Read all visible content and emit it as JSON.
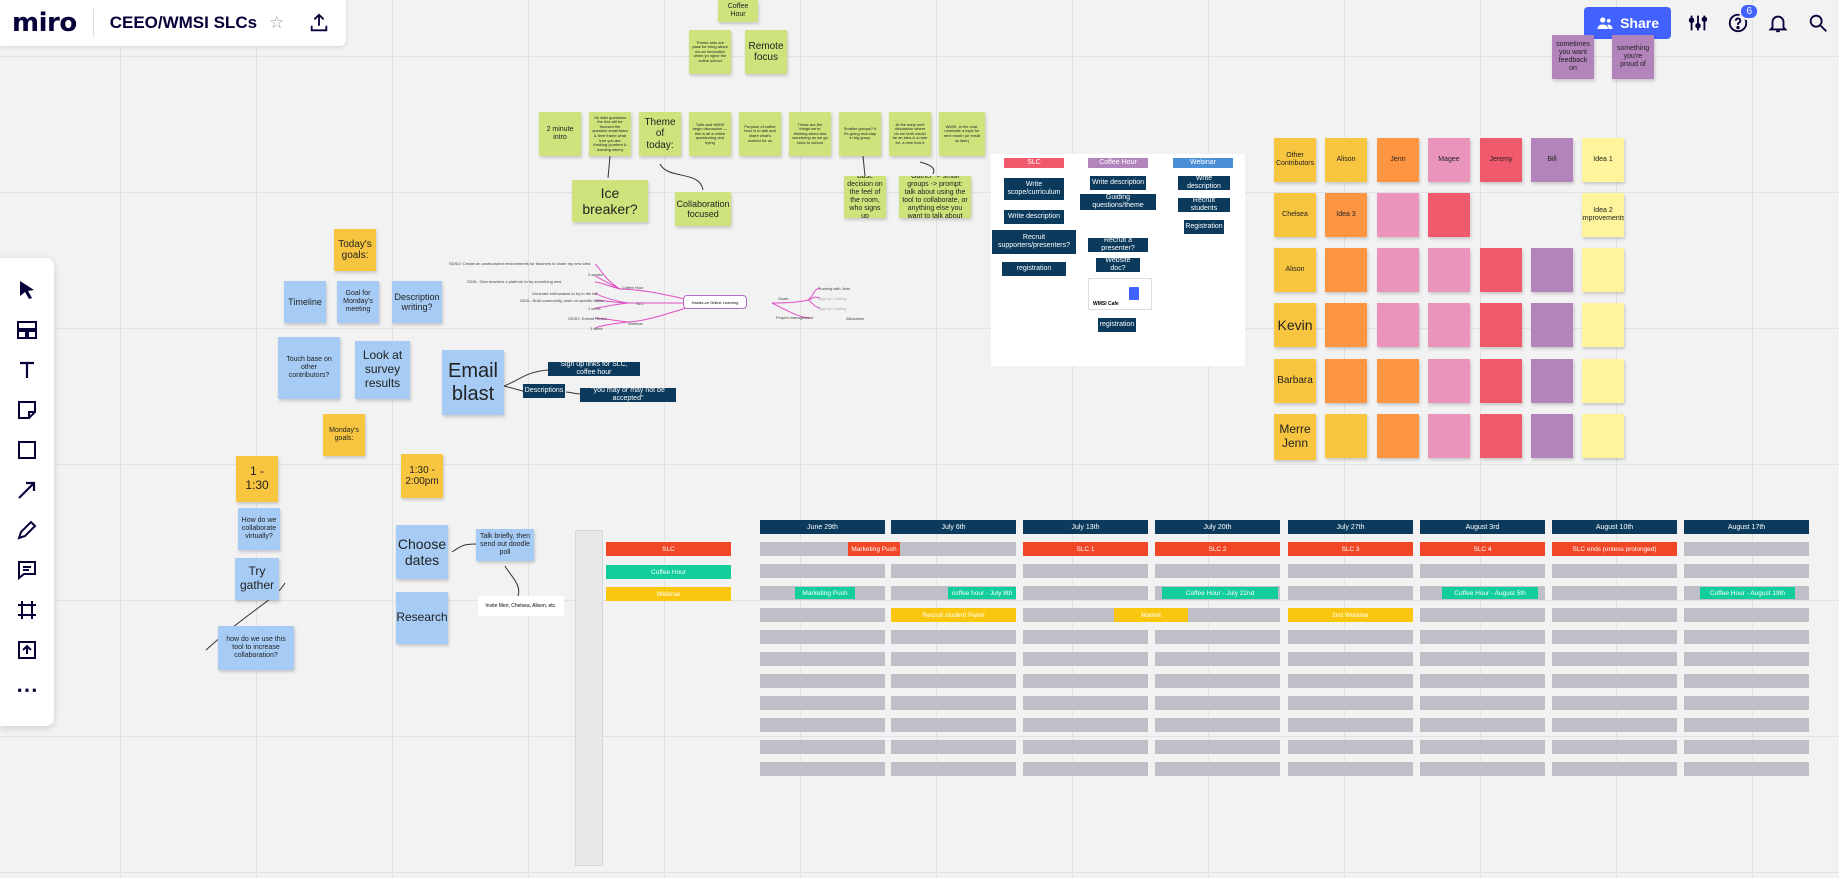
{
  "app": {
    "logo": "miro",
    "board_title": "CEEO/WMSI SLCs",
    "share_label": "Share",
    "notification_count": "6"
  },
  "colors": {
    "accent": "#4262ff",
    "navy": "#0b3a5c",
    "sticky_green": "#cfe37d",
    "sticky_blue": "#a6ccf5",
    "sticky_yellow": "#f7c53f",
    "bar_red": "#f24726",
    "bar_teal": "#12cd9c",
    "bar_orange": "#fac710"
  },
  "toolbar": {
    "tools": [
      "select-icon",
      "templates-icon",
      "text-icon",
      "sticky-note-icon",
      "shape-icon",
      "arrow-icon",
      "pen-icon",
      "comment-icon",
      "frame-icon",
      "upload-icon",
      "more-icon"
    ]
  },
  "top_cluster": {
    "coffee_hour": "Coffee Hour",
    "theme_small": "Theme ants are pass for bring about ms an innovative when yo ngine the online school",
    "remote_focus": "Remote focus",
    "two_min_intro": "2 minute intro",
    "small_note": "Ok start questions the this will be focused the question small team & time frame what ture you are thinking (content & wording when)",
    "theme_of_today": "Theme of today:",
    "tufts_wmsi": "Tufts and WMSI begin discussion — this is all a online questioning and trying",
    "purpose_coffee": "Purpose of coffee hour is to talk and share what's worked for us",
    "these_are": "These are the things we're thinking about and wondering as we go back to school",
    "smaller_groups": "Smaller groups? If it's going real stay in big group",
    "at_early": "At the early next discussion where do we both would be an idea & a note for, a new how it",
    "wmsi_chat": "WMSI, in the chat, nominate a topic for next month (or email us later)",
    "ice_breaker": "Ice breaker?",
    "collab_focused": "Collaboration focused",
    "base_decision": "Base decision on the feel of the room, who signs up",
    "gather_small": "Gather -> small groups -> prompt: talk about using the tool to collaborate, or anything else you want to talk about"
  },
  "plan_panel": {
    "headers": [
      "SLC",
      "Coffee Hour",
      "Webinar"
    ],
    "col1": [
      "Write scope/curriculum",
      "Write description",
      "Recruit supporters/presenters?",
      "registration"
    ],
    "col2": [
      "Write description",
      "Guiding questions/theme",
      "Recruit a presenter?",
      "Website doc?",
      "registration"
    ],
    "col2_doc": "WMSI Cafe",
    "col3": [
      "Write description",
      "Recruit students",
      "Registration"
    ]
  },
  "left_cluster": {
    "todays_goals": "Today's goals:",
    "timeline": "Timeline",
    "goal_monday": "Goal for Monday's meeting",
    "description_writing": "Description writing?",
    "touch_base": "Touch base on other contributors?",
    "look_survey": "Look at survey results",
    "email_blast": "Email blast",
    "signup_links": "Sign up links for SLC, coffee hour",
    "descriptions": "Descriptions",
    "may_not": "\"you may or may not be accepted\"",
    "mondays_goals": "Monday's goals:",
    "one_to_130": "1 - 1:30",
    "one30_to_2": "1:30 - 2:00pm",
    "how_collab": "How do we collaborate virtually?",
    "try_gather": "Try gather",
    "how_use_tool": "how do we use this tool to increase collaboration?",
    "choose_dates": "Choose dates",
    "talk_briefly": "Talk briefly, then send out doodle poll",
    "invite": "Invite Meri, Chelsea, Alison, etc.",
    "research": "Research"
  },
  "mindmap": {
    "center": "Hands-on Online Learning",
    "left_items": [
      "SDSI2: Create an unstructured environments for teachers to share my new idea",
      "2 weeks",
      "SDSL: Give teachers a platform to try something new",
      "Generate enthusiasm to try in the fall",
      "SDSL: Build community, work on specific topics",
      "1 week",
      "SDSI2: Extend Reach",
      "1 week"
    ],
    "mid_items": [
      "Coffee Hour",
      "SLC",
      "Webinar"
    ],
    "right_items": [
      "Goals",
      "Project management",
      "Training with Jenn",
      "Sign up / writing",
      "Sign up / writing",
      "Alllocation"
    ]
  },
  "people_grid": {
    "top_right": [
      "sometimes you want feedback on",
      "something you're proud of"
    ],
    "header": [
      "Other Contributors",
      "Alison",
      "Jenn",
      "Magee",
      "Jeremy",
      "Bill",
      "Idea 1"
    ],
    "rows": [
      [
        "Chelsea",
        "Idea 3",
        "",
        "",
        "",
        "",
        "Idea 2 Improvements"
      ],
      [
        "Alison",
        "",
        "",
        "",
        "",
        "",
        ""
      ],
      [
        "Kevin",
        "",
        "",
        "",
        "",
        "",
        ""
      ],
      [
        "Barbara",
        "",
        "",
        "",
        "",
        "",
        ""
      ],
      [
        "Merre Jenn",
        "",
        "",
        "",
        "",
        "",
        ""
      ]
    ]
  },
  "timeline": {
    "dates": [
      "June 29th",
      "July 6th",
      "July 13th",
      "July 20th",
      "July 27th",
      "August 3rd",
      "August 10th",
      "August 17th"
    ],
    "legend": [
      "SLC",
      "Coffee Hour",
      "Webinar"
    ],
    "bars": [
      {
        "row": 0,
        "label": "Marketing Push",
        "color": "red"
      },
      {
        "row": 0,
        "label": "SLC 1",
        "color": "red"
      },
      {
        "row": 0,
        "label": "SLC 2",
        "color": "red"
      },
      {
        "row": 0,
        "label": "SLC 3",
        "color": "red"
      },
      {
        "row": 0,
        "label": "SLC 4",
        "color": "red"
      },
      {
        "row": 0,
        "label": "SLC ends (unless prolonged)",
        "color": "red"
      },
      {
        "row": 2,
        "label": "Marketing Push",
        "color": "teal"
      },
      {
        "row": 2,
        "label": "coffee hour - July 8th",
        "color": "teal"
      },
      {
        "row": 2,
        "label": "Coffee Hour - July 22nd",
        "color": "teal"
      },
      {
        "row": 2,
        "label": "Coffee Hour - August 5th",
        "color": "teal"
      },
      {
        "row": 2,
        "label": "Coffee Hour - August 19th",
        "color": "teal"
      },
      {
        "row": 3,
        "label": "Recruit student Panel",
        "color": "orange"
      },
      {
        "row": 3,
        "label": "Market",
        "color": "orange"
      },
      {
        "row": 3,
        "label": "2nd Webinar",
        "color": "orange"
      }
    ]
  }
}
